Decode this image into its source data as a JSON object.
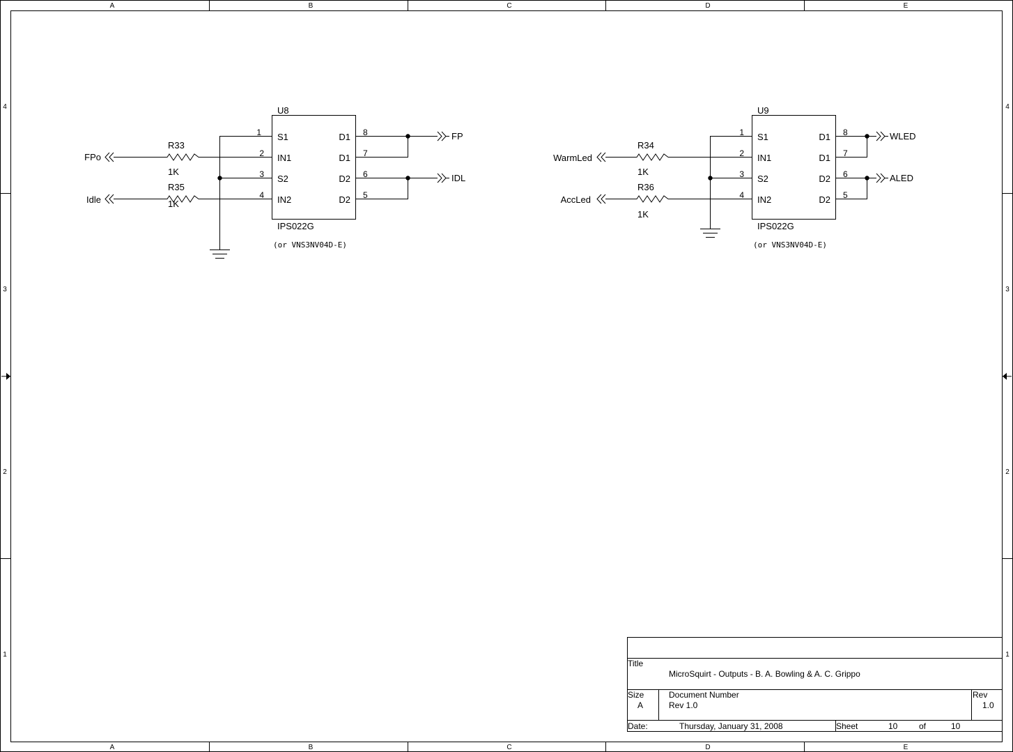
{
  "border": {
    "cols": [
      "A",
      "B",
      "C",
      "D",
      "E"
    ],
    "rows": [
      "4",
      "3",
      "2",
      "1"
    ]
  },
  "u8": {
    "ref": "U8",
    "part": "IPS022G",
    "alt": "(or VNS3NV04D-E)",
    "pins_left": [
      {
        "num": "1",
        "name": "S1"
      },
      {
        "num": "2",
        "name": "IN1"
      },
      {
        "num": "3",
        "name": "S2"
      },
      {
        "num": "4",
        "name": "IN2"
      }
    ],
    "pins_right": [
      {
        "num": "8",
        "name": "D1"
      },
      {
        "num": "7",
        "name": "D1"
      },
      {
        "num": "6",
        "name": "D2"
      },
      {
        "num": "5",
        "name": "D2"
      }
    ],
    "r_top": {
      "ref": "R33",
      "value": "1K"
    },
    "r_bot": {
      "ref": "R35",
      "value": "1K"
    },
    "in_top": "FPo",
    "in_bot": "Idle",
    "out_top": "FP",
    "out_bot": "IDL"
  },
  "u9": {
    "ref": "U9",
    "part": "IPS022G",
    "alt": "(or VNS3NV04D-E)",
    "pins_left": [
      {
        "num": "1",
        "name": "S1"
      },
      {
        "num": "2",
        "name": "IN1"
      },
      {
        "num": "3",
        "name": "S2"
      },
      {
        "num": "4",
        "name": "IN2"
      }
    ],
    "pins_right": [
      {
        "num": "8",
        "name": "D1"
      },
      {
        "num": "7",
        "name": "D1"
      },
      {
        "num": "6",
        "name": "D2"
      },
      {
        "num": "5",
        "name": "D2"
      }
    ],
    "r_top": {
      "ref": "R34",
      "value": "1K"
    },
    "r_bot": {
      "ref": "R36",
      "value": "1K"
    },
    "in_top": "WarmLed",
    "in_bot": "AccLed",
    "out_top": "WLED",
    "out_bot": "ALED"
  },
  "title_block": {
    "title_label": "Title",
    "title": "MicroSquirt - Outputs - B. A. Bowling & A. C. Grippo",
    "size_label": "Size",
    "size": "A",
    "docnum_label": "Document Number",
    "docnum": "Rev 1.0",
    "rev_label": "Rev",
    "rev": "1.0",
    "date_label": "Date:",
    "date": "Thursday, January 31, 2008",
    "sheet_label": "Sheet",
    "sheet": "10",
    "of_label": "of",
    "sheets": "10"
  }
}
